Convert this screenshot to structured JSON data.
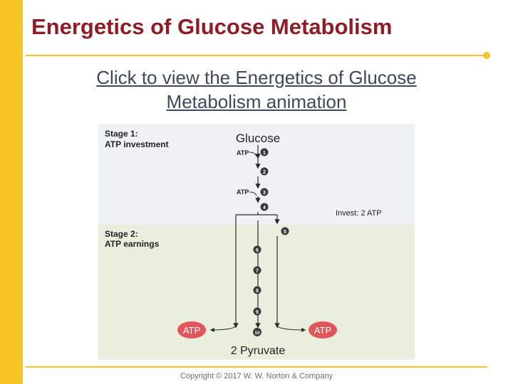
{
  "slide": {
    "title": "Energetics of Glucose Metabolism",
    "link_line1": "Click to view the Energetics of Glucose",
    "link_line2": "Metabolism animation",
    "copyright": "Copyright © 2017 W. W. Norton & Company"
  },
  "diagram": {
    "stage1_title": "Stage 1:",
    "stage1_subtitle": "ATP investment",
    "stage2_title": "Stage 2:",
    "stage2_subtitle": "ATP earnings",
    "start_label": "Glucose",
    "end_label": "2 Pyruvate",
    "atp_label_1": "ATP",
    "atp_label_2": "ATP",
    "invest_label": "Invest:  2 ATP",
    "atp_earned_left": "ATP",
    "atp_earned_right": "ATP",
    "steps": [
      "1",
      "2",
      "3",
      "4",
      "5",
      "6",
      "7",
      "8",
      "9",
      "10"
    ],
    "colors": {
      "stage1_bg": "#eef1f6",
      "stage2_bg": "#e9eedd",
      "step_circle": "#3a3a3a",
      "atp_badge": "#e0565b",
      "title": "#8f1c26",
      "accent": "#f7c325"
    }
  }
}
